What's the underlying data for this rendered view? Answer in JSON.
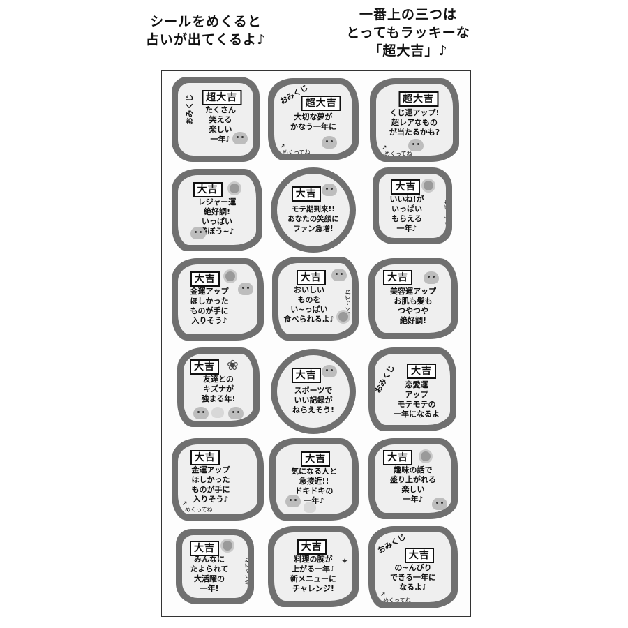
{
  "captions": {
    "left": [
      "シールをめくると",
      "占いが出てくるよ♪"
    ],
    "right": [
      "一番上の三つは",
      "とってもラッキーな",
      "「超大吉」♪"
    ]
  },
  "labels": {
    "omikuji": "おみくじ",
    "peel": "めくってね"
  },
  "colors": {
    "sticker_border": "#707070",
    "sticker_fill": "#efefef",
    "badge_border": "#111111"
  },
  "stickers": [
    {
      "badge": "超大吉",
      "lines": [
        "たくさん",
        "笑える",
        "楽しい",
        "一年♪"
      ]
    },
    {
      "badge": "超大吉",
      "lines": [
        "大切な夢が",
        "かなう一年に"
      ]
    },
    {
      "badge": "超大吉",
      "lines": [
        "くじ運アップ!",
        "超レアなもの",
        "が当たるかも?"
      ]
    },
    {
      "badge": "大吉",
      "lines": [
        "レジャー運",
        "絶好調!",
        "いっぱい",
        "遊ぼう~♪"
      ]
    },
    {
      "badge": "大吉",
      "lines": [
        "モテ期到来!!",
        "あなたの笑顔に",
        "ファン急増!"
      ]
    },
    {
      "badge": "大吉",
      "lines": [
        "いいね!が",
        "いっぱい",
        "もらえる",
        "一年♪"
      ]
    },
    {
      "badge": "大吉",
      "lines": [
        "金運アップ",
        "ほしかった",
        "ものが手に",
        "入りそう♪"
      ]
    },
    {
      "badge": "大吉",
      "lines": [
        "おいしい",
        "ものを",
        "い~っぱい",
        "食べられるよ♪"
      ]
    },
    {
      "badge": "大吉",
      "lines": [
        "美容運アップ",
        "お肌も髪も",
        "つやつや",
        "絶好調!"
      ]
    },
    {
      "badge": "大吉",
      "lines": [
        "友達との",
        "キズナが",
        "強まる年!"
      ]
    },
    {
      "badge": "大吉",
      "lines": [
        "スポーツで",
        "いい記録が",
        "ねらえそう!"
      ]
    },
    {
      "badge": "大吉",
      "lines": [
        "恋愛運",
        "アップ",
        "モテモテの",
        "一年になるよ"
      ]
    },
    {
      "badge": "大吉",
      "lines": [
        "金運アップ",
        "ほしかった",
        "ものが手に",
        "入りそう♪"
      ]
    },
    {
      "badge": "大吉",
      "lines": [
        "気になる人と",
        "急接近!!",
        "ドキドキの",
        "一年♪"
      ]
    },
    {
      "badge": "大吉",
      "lines": [
        "趣味の話で",
        "盛り上がれる",
        "楽しい",
        "一年♪"
      ]
    },
    {
      "badge": "大吉",
      "lines": [
        "みんなに",
        "たよられて",
        "大活躍の",
        "一年!"
      ]
    },
    {
      "badge": "大吉",
      "lines": [
        "料理の腕が",
        "上がる一年♪",
        "新メニューに",
        "チャレンジ!"
      ]
    },
    {
      "badge": "大吉",
      "lines": [
        "の~んびり",
        "できる一年に",
        "なるよ♪"
      ]
    }
  ]
}
